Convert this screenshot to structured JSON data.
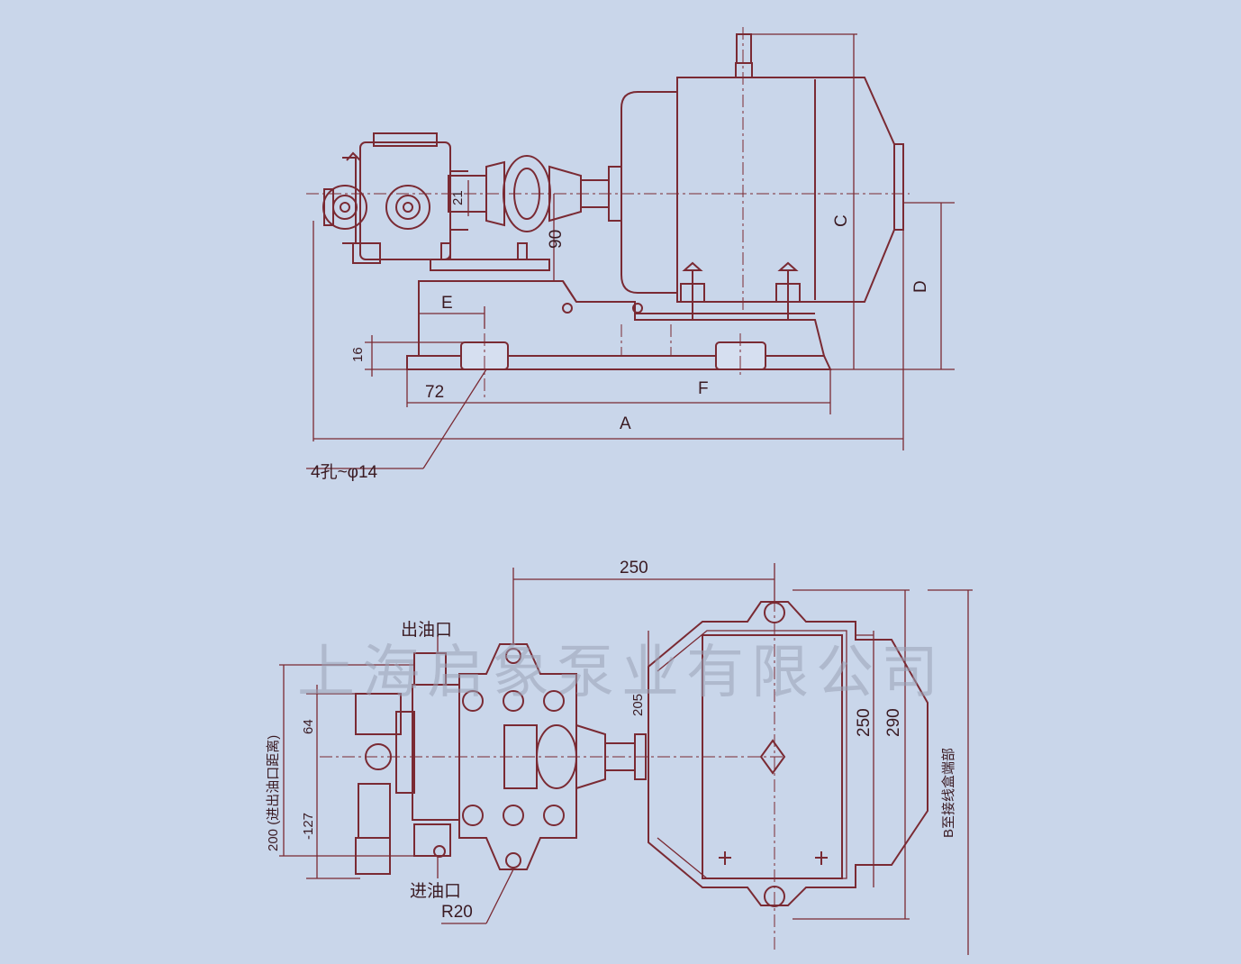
{
  "colors": {
    "background": "#c9d6ea",
    "line": "#7a2a33",
    "watermark": "#9aa3b7"
  },
  "side_view": {
    "dims": {
      "A": "A",
      "C": "C",
      "D": "D",
      "E": "E",
      "F": "F",
      "d72": "72",
      "d16": "16",
      "d90": "90",
      "d21": "21",
      "holes": "4孔~φ14"
    }
  },
  "top_view": {
    "dims": {
      "d250_top": "250",
      "d205": "205",
      "d250_v": "250",
      "d290": "290",
      "d64": "64",
      "d127": "-127",
      "d200": "200 (进出油口距离)",
      "r20": "R20"
    },
    "labels": {
      "outlet": "出油口",
      "inlet": "进油口",
      "terminal_box": "B至接线盒端部"
    }
  },
  "watermark": "上海启象泵业有限公司"
}
